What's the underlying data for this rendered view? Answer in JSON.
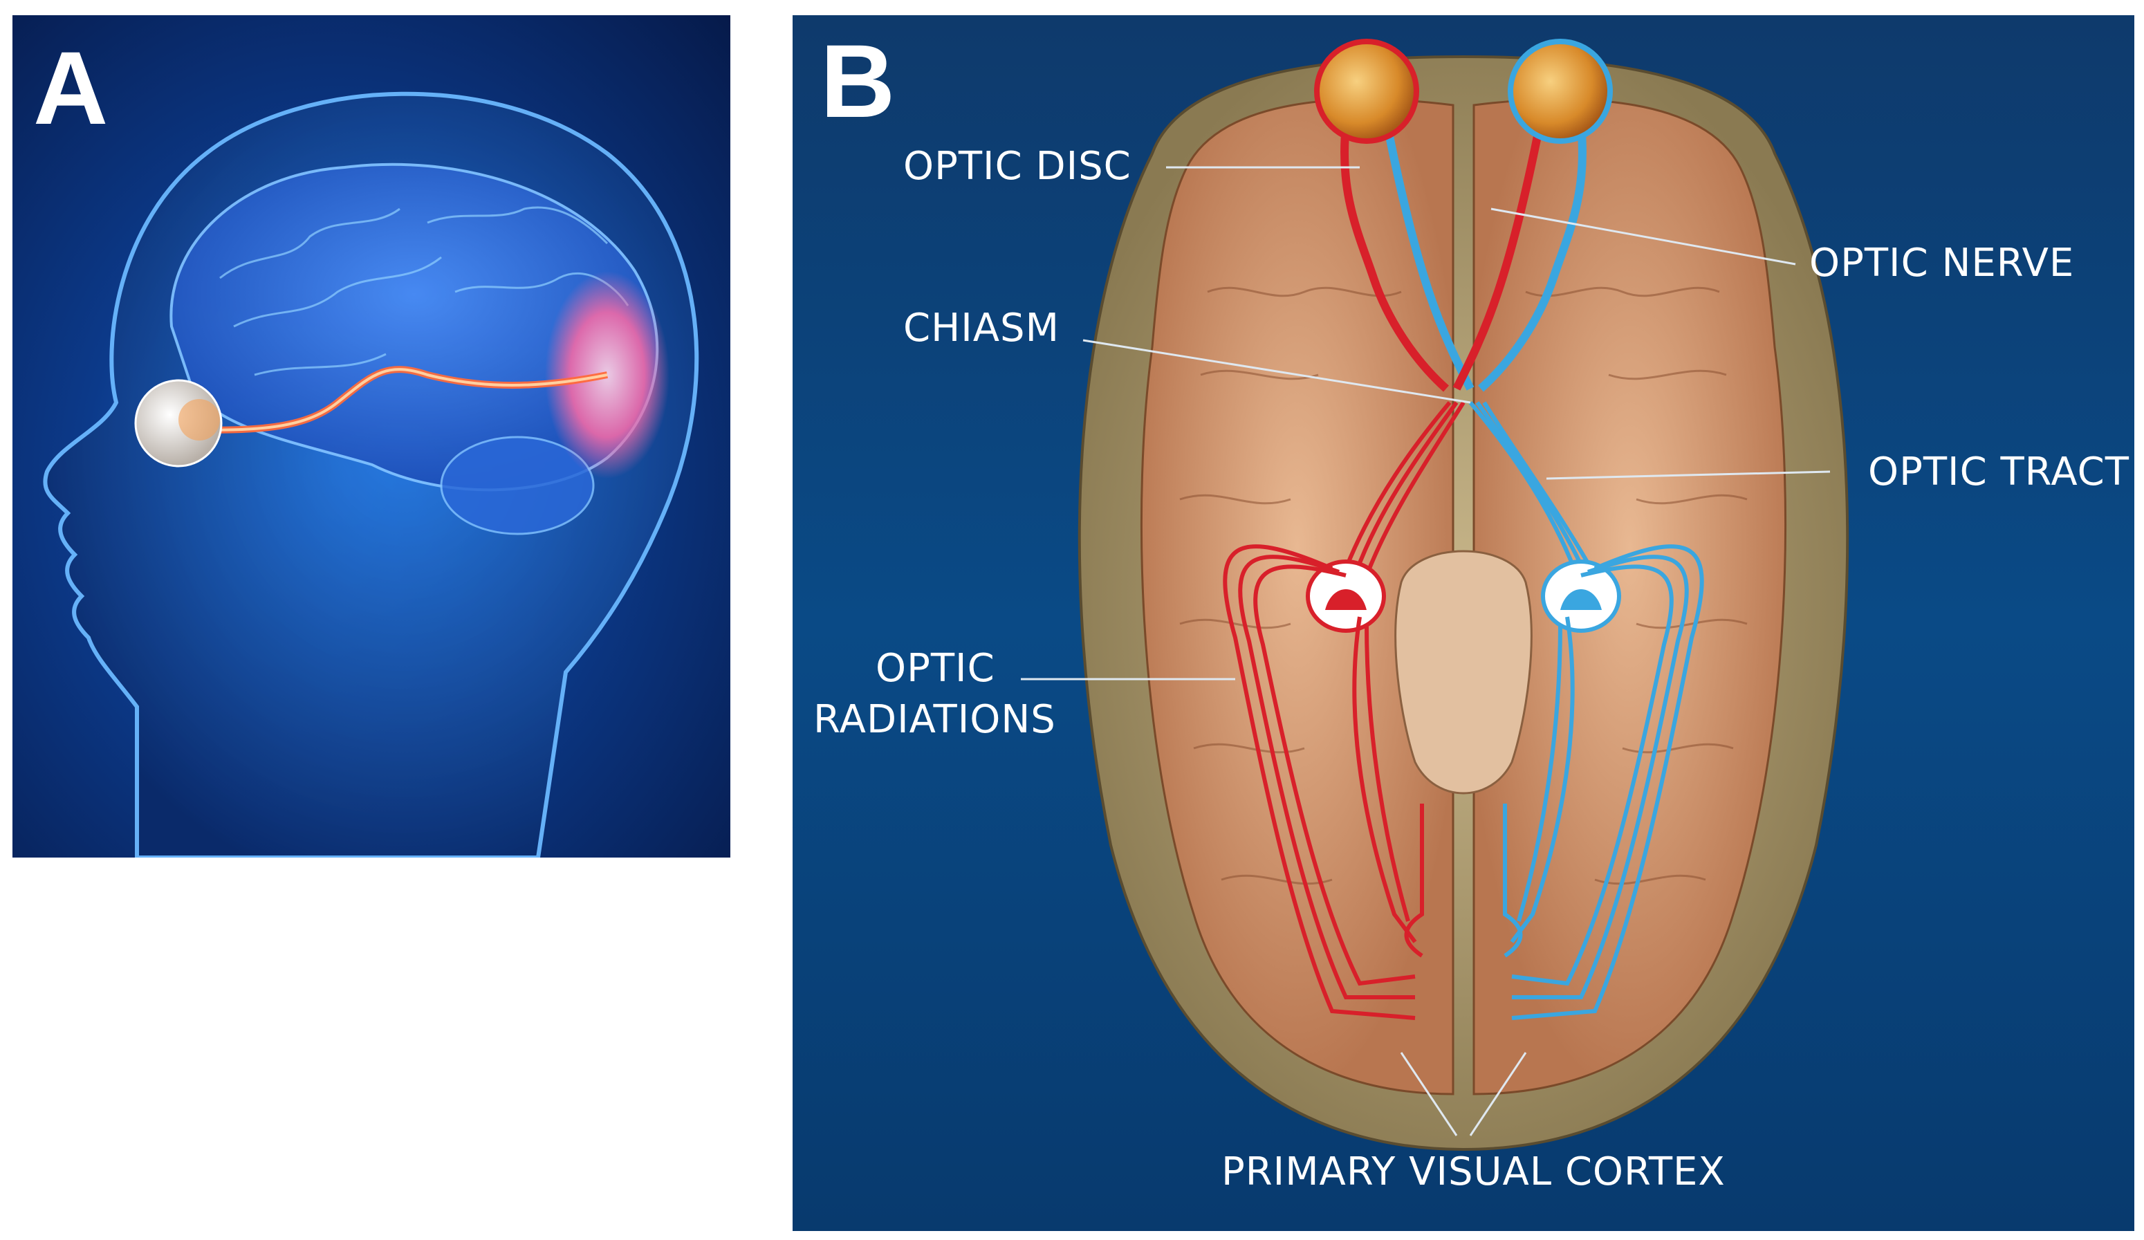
{
  "panels": {
    "a": {
      "letter": "A"
    },
    "b": {
      "letter": "B"
    }
  },
  "labels": {
    "optic_disc": "OPTIC DISC",
    "optic_nerve": "OPTIC NERVE",
    "chiasm": "CHIASM",
    "optic_tract": "OPTIC TRACT",
    "optic_radiations_line1": "OPTIC",
    "optic_radiations_line2": "RADIATIONS",
    "primary_visual_cortex": "PRIMARY VISUAL CORTEX"
  },
  "colors": {
    "left_pathway": "#d8202a",
    "right_pathway": "#3aa6e0",
    "brain": "#c98a5e",
    "skull": "#a8966a",
    "label_text": "#ffffff"
  }
}
